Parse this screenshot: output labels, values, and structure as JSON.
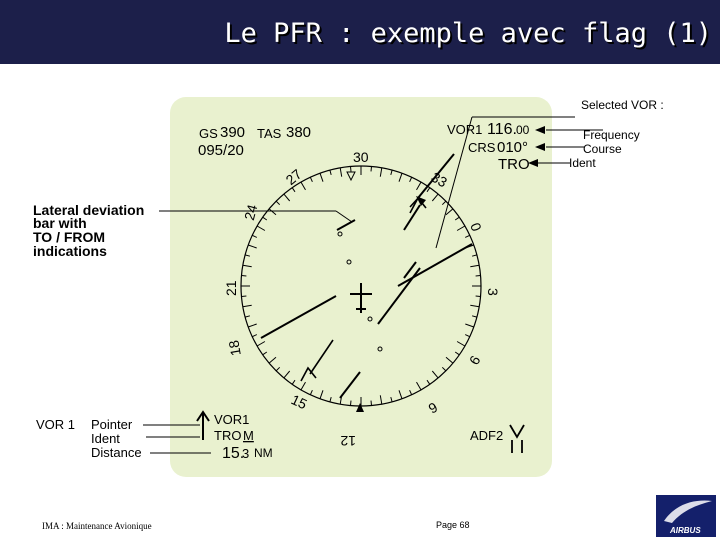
{
  "header": {
    "title": "Le PFR : exemple avec flag (1)"
  },
  "display": {
    "gs_label": "GS",
    "gs_value": "390",
    "tas_label": "TAS",
    "tas_value": "380",
    "wind": "095/20",
    "vor1_label": "VOR1",
    "vor1_freq_int": "116.",
    "vor1_freq_dec": "00",
    "crs_label": "CRS",
    "crs_value": "010°",
    "ident": "TRO",
    "bottom_vor_name": "VOR1",
    "bottom_vor_ident": "TRO",
    "bottom_vor_mode": "M",
    "bottom_vor_dist": "15.",
    "bottom_vor_dist_dec": "3",
    "bottom_vor_unit": "NM",
    "adf_label": "ADF2",
    "compass": {
      "n30": "30",
      "n33": "33",
      "n0": "0",
      "n3": "3",
      "n6": "6",
      "n9": "9",
      "n12": "12",
      "n15": "15",
      "n18": "18",
      "n21": "21",
      "n24": "24",
      "n27": "27"
    }
  },
  "annotations": {
    "selected_vor": "Selected VOR :",
    "frequency": "Frequency",
    "course": "Course",
    "ident": "Ident",
    "lateral_line1": "Lateral deviation",
    "lateral_line2": "bar with",
    "lateral_line3": "TO / FROM",
    "lateral_line4": "indications",
    "vor_legend_title": "VOR 1",
    "pointer": "Pointer",
    "ident_legend": "Ident",
    "distance": "Distance"
  },
  "footer": {
    "left": "IMA : Maintenance Avionique",
    "page": "Page 68",
    "logo": "AIRBUS"
  },
  "colors": {
    "banner": "#1c1f4a",
    "display_bg": "#e9f1cf",
    "logo_bg": "#14206b"
  }
}
